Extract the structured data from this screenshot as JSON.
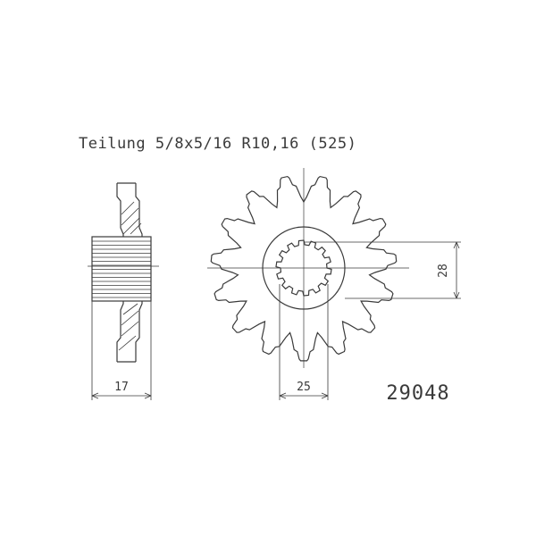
{
  "drawing": {
    "title": "Teilung 5/8x5/16 R10,16 (525)",
    "part_number": "29048",
    "dimensions": {
      "width_label": "17",
      "spline_diameter_label": "25",
      "offset_label": "28"
    },
    "teeth_count": 15,
    "spline_count": 14,
    "line_color": "#3a3a3a",
    "background": "#ffffff"
  }
}
